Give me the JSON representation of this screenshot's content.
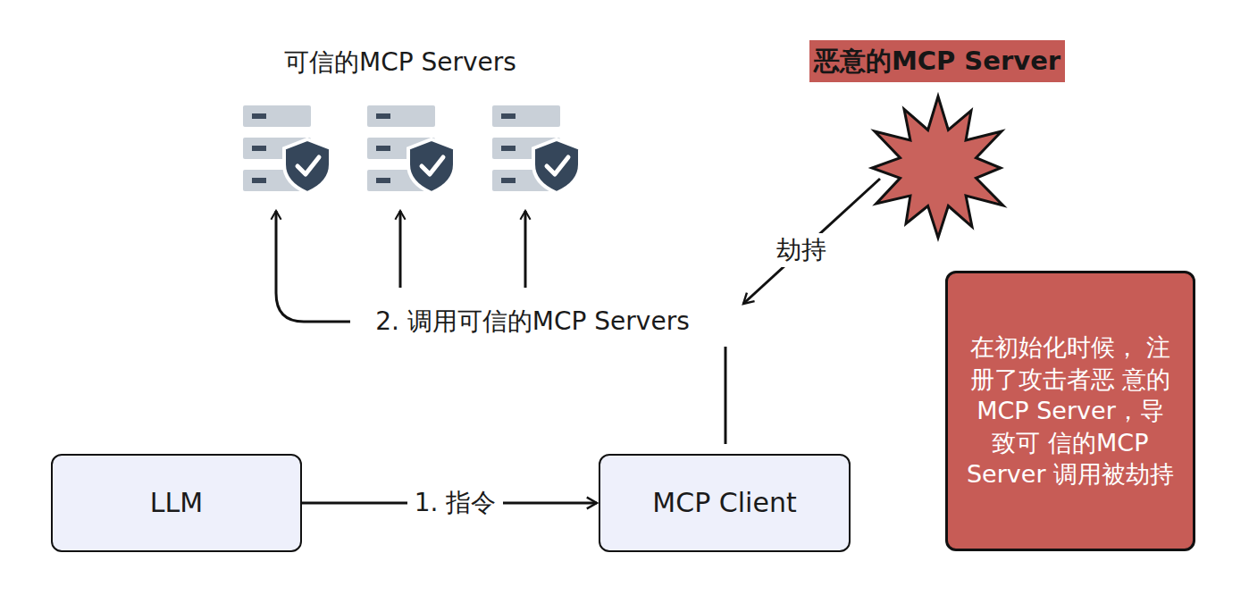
{
  "diagram": {
    "nodes": [
      {
        "text": [
          "恶意的MCP Server"
        ]
      },
      {
        "text": [
          "在初始化时候， 注册了攻击者恶 意的MCP Server，导致可 信的MCP Server 调用被劫持"
        ]
      },
      {
        "text": [
          "LLM"
        ]
      },
      {
        "text": [
          "MCP Client"
        ]
      }
    ],
    "edges": [
      {
        "from": 2,
        "to": 3,
        "label": "1. 指令",
        "arrow": "to"
      },
      {
        "from": 0,
        "to": 3,
        "label": "劫持",
        "arrow": "to"
      }
    ],
    "labels": [
      "可信的MCP Servers",
      "2. 调用可信的MCP Servers"
    ]
  }
}
